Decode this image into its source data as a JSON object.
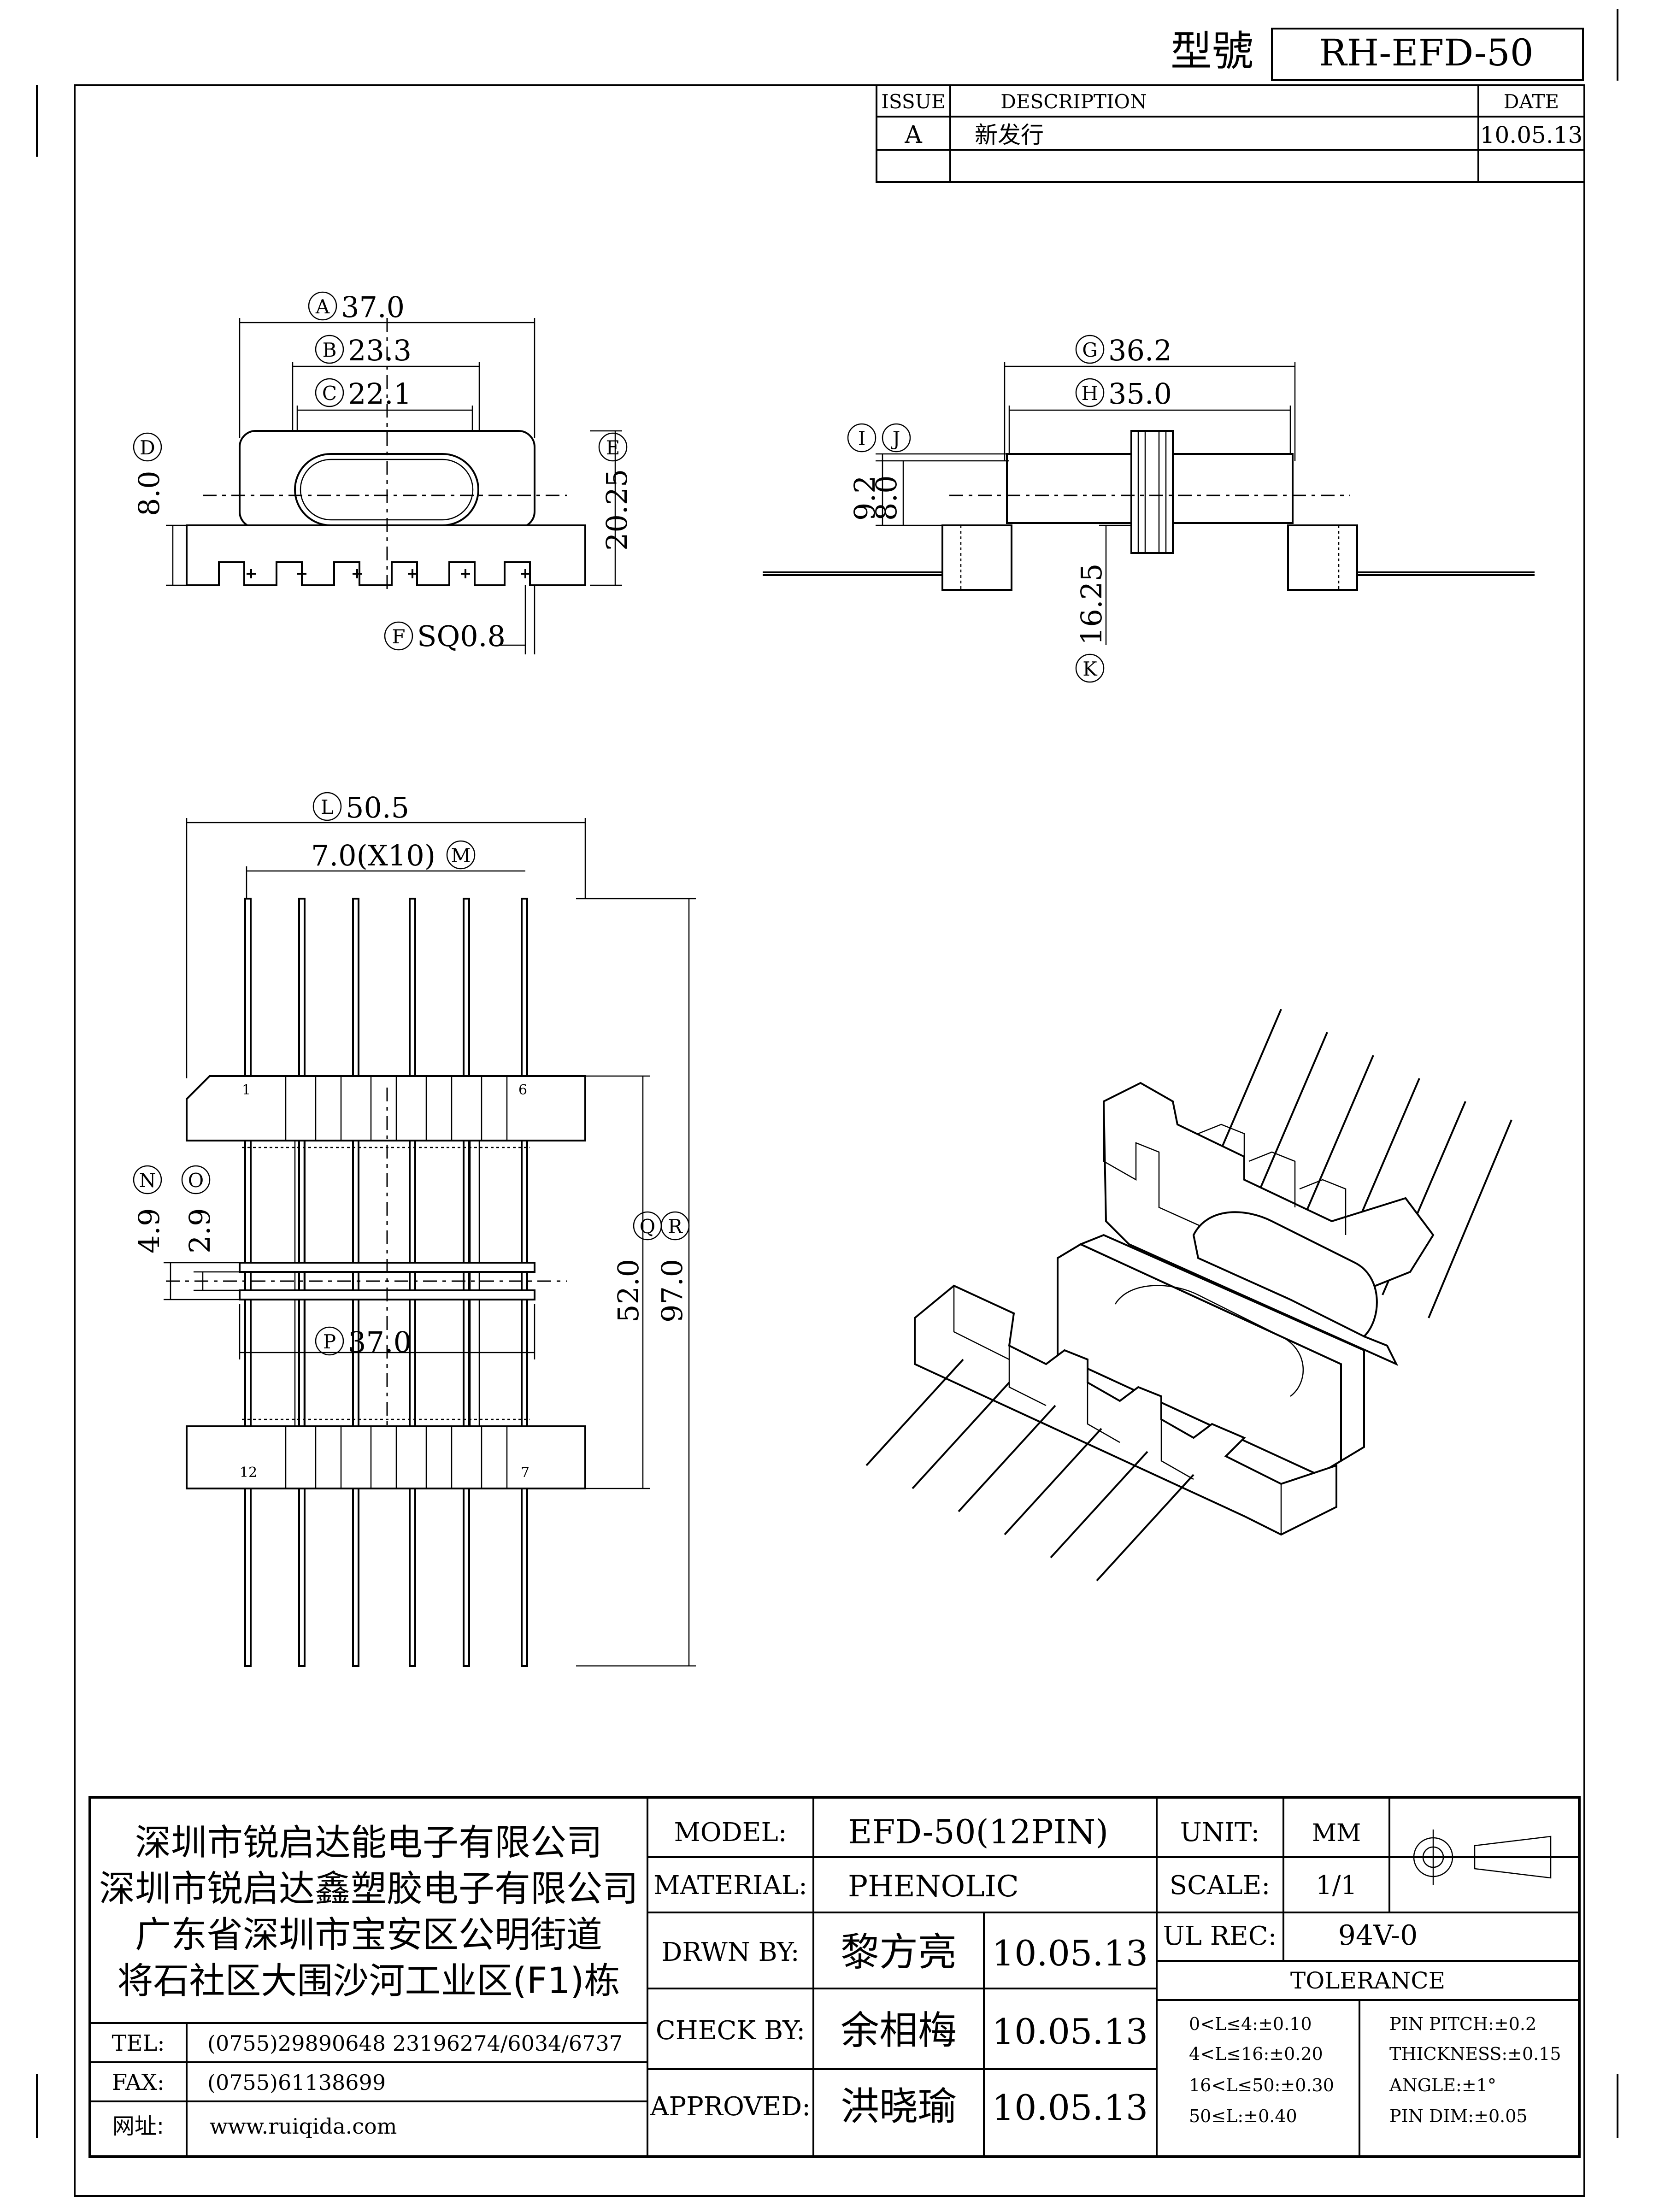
{
  "header": {
    "model_no_label": "型號",
    "model_no_value": "RH-EFD-50"
  },
  "revision": {
    "col_issue": "ISSUE",
    "col_description": "DESCRIPTION",
    "col_date": "DATE",
    "rows": [
      {
        "issue": "A",
        "description": "新发行",
        "date": "10.05.13"
      }
    ]
  },
  "top_view": {
    "dim_a": "37.0",
    "dim_b": "23.3",
    "dim_c": "22.1",
    "dim_d": "8.0",
    "dim_e": "20.25",
    "dim_f": "SQ0.8",
    "tag_a": "A",
    "tag_b": "B",
    "tag_c": "C",
    "tag_d": "D",
    "tag_e": "E",
    "tag_f": "F"
  },
  "side_view": {
    "dim_g": "36.2",
    "dim_h": "35.0",
    "dim_i": "9.2",
    "dim_j": "8.0",
    "dim_k": "16.25",
    "tag_g": "G",
    "tag_h": "H",
    "tag_i": "I",
    "tag_j": "J",
    "tag_k": "K"
  },
  "front_view": {
    "dim_l": "50.5",
    "dim_m": "7.0(X10)",
    "dim_n": "4.9",
    "dim_o": "2.9",
    "dim_p": "37.0",
    "dim_q": "52.0",
    "dim_r": "97.0",
    "tag_l": "L",
    "tag_m": "M",
    "tag_n": "N",
    "tag_o": "O",
    "tag_p": "P",
    "tag_q": "Q",
    "tag_r": "R",
    "pin_1": "1",
    "pin_6": "6",
    "pin_7": "7",
    "pin_12": "12"
  },
  "company": {
    "line1": "深圳市锐启达能电子有限公司",
    "line2": "深圳市锐启达鑫塑胶电子有限公司",
    "line3": "广东省深圳市宝安区公明街道",
    "line4": "将石社区大围沙河工业区(F1)栋",
    "tel_label": "TEL:",
    "tel_value": "(0755)29890648  23196274/6034/6737",
    "fax_label": "FAX:",
    "fax_value": "(0755)61138699",
    "web_label": "网址:",
    "web_value": "www.ruiqida.com"
  },
  "title_block": {
    "model_label": "MODEL:",
    "model_value": "EFD-50(12PIN)",
    "material_label": "MATERIAL:",
    "material_value": "PHENOLIC",
    "drawn_label": "DRWN BY:",
    "drawn_name": "黎方亮",
    "drawn_date": "10.05.13",
    "check_label": "CHECK BY:",
    "check_name": "余相梅",
    "check_date": "10.05.13",
    "approved_label": "APPROVED:",
    "approved_name": "洪晓瑜",
    "approved_date": "10.05.13",
    "unit_label": "UNIT:",
    "unit_value": "MM",
    "scale_label": "SCALE:",
    "scale_value": "1/1",
    "ul_label": "UL REC:",
    "ul_value": "94V-0",
    "tolerance_label": "TOLERANCE",
    "tol_left": [
      "0<L≤4:±0.10",
      "4<L≤16:±0.20",
      "16<L≤50:±0.30",
      "50≤L:±0.40"
    ],
    "tol_right": [
      "PIN PITCH:±0.2",
      "THICKNESS:±0.15",
      "ANGLE:±1°",
      "PIN DIM:±0.05"
    ]
  }
}
